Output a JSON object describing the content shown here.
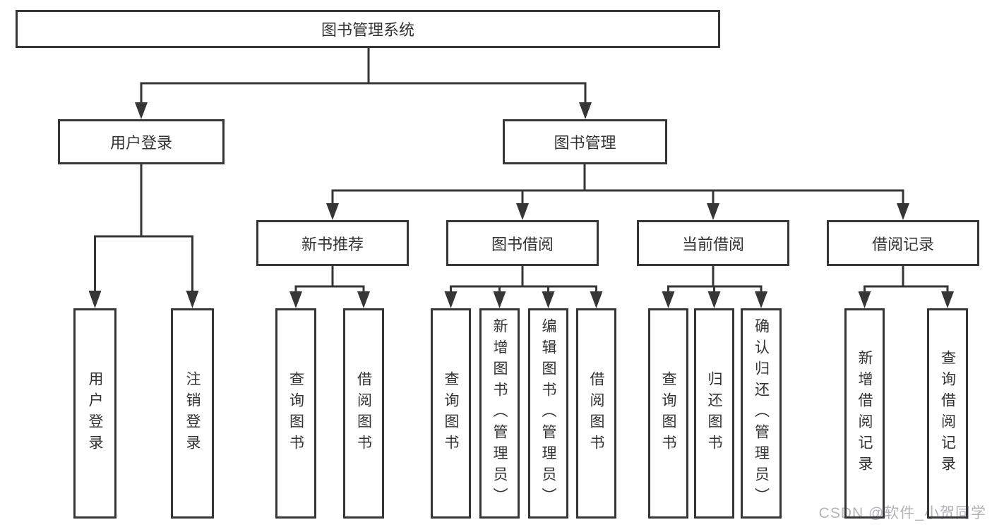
{
  "diagram": {
    "root": {
      "label": "图书管理系统"
    },
    "branches": [
      {
        "id": "user-login",
        "label": "用户登录",
        "children": [
          {
            "label": "用户登录"
          },
          {
            "label": "注销登录"
          }
        ]
      },
      {
        "id": "book-management",
        "label": "图书管理",
        "children": [
          {
            "id": "new-book-recommend",
            "label": "新书推荐",
            "children": [
              {
                "label": "查询图书"
              },
              {
                "label": "借阅图书"
              }
            ]
          },
          {
            "id": "book-borrowing",
            "label": "图书借阅",
            "children": [
              {
                "label": "查询图书"
              },
              {
                "label": "新增图书（管理员）"
              },
              {
                "label": "编辑图书（管理员）"
              },
              {
                "label": "借阅图书"
              }
            ]
          },
          {
            "id": "current-borrowing",
            "label": "当前借阅",
            "children": [
              {
                "label": "查询图书"
              },
              {
                "label": "归还图书"
              },
              {
                "label": "确认归还（管理员）"
              }
            ]
          },
          {
            "id": "borrowing-records",
            "label": "借阅记录",
            "children": [
              {
                "label": "新增借阅记录"
              },
              {
                "label": "查询借阅记录"
              }
            ]
          }
        ]
      }
    ]
  },
  "watermark": {
    "text": "CSDN @软件_小贺同学"
  },
  "colors": {
    "line": "#363636",
    "text": "#333333",
    "watermark": "#b3b3ba",
    "background": "#ffffff"
  }
}
